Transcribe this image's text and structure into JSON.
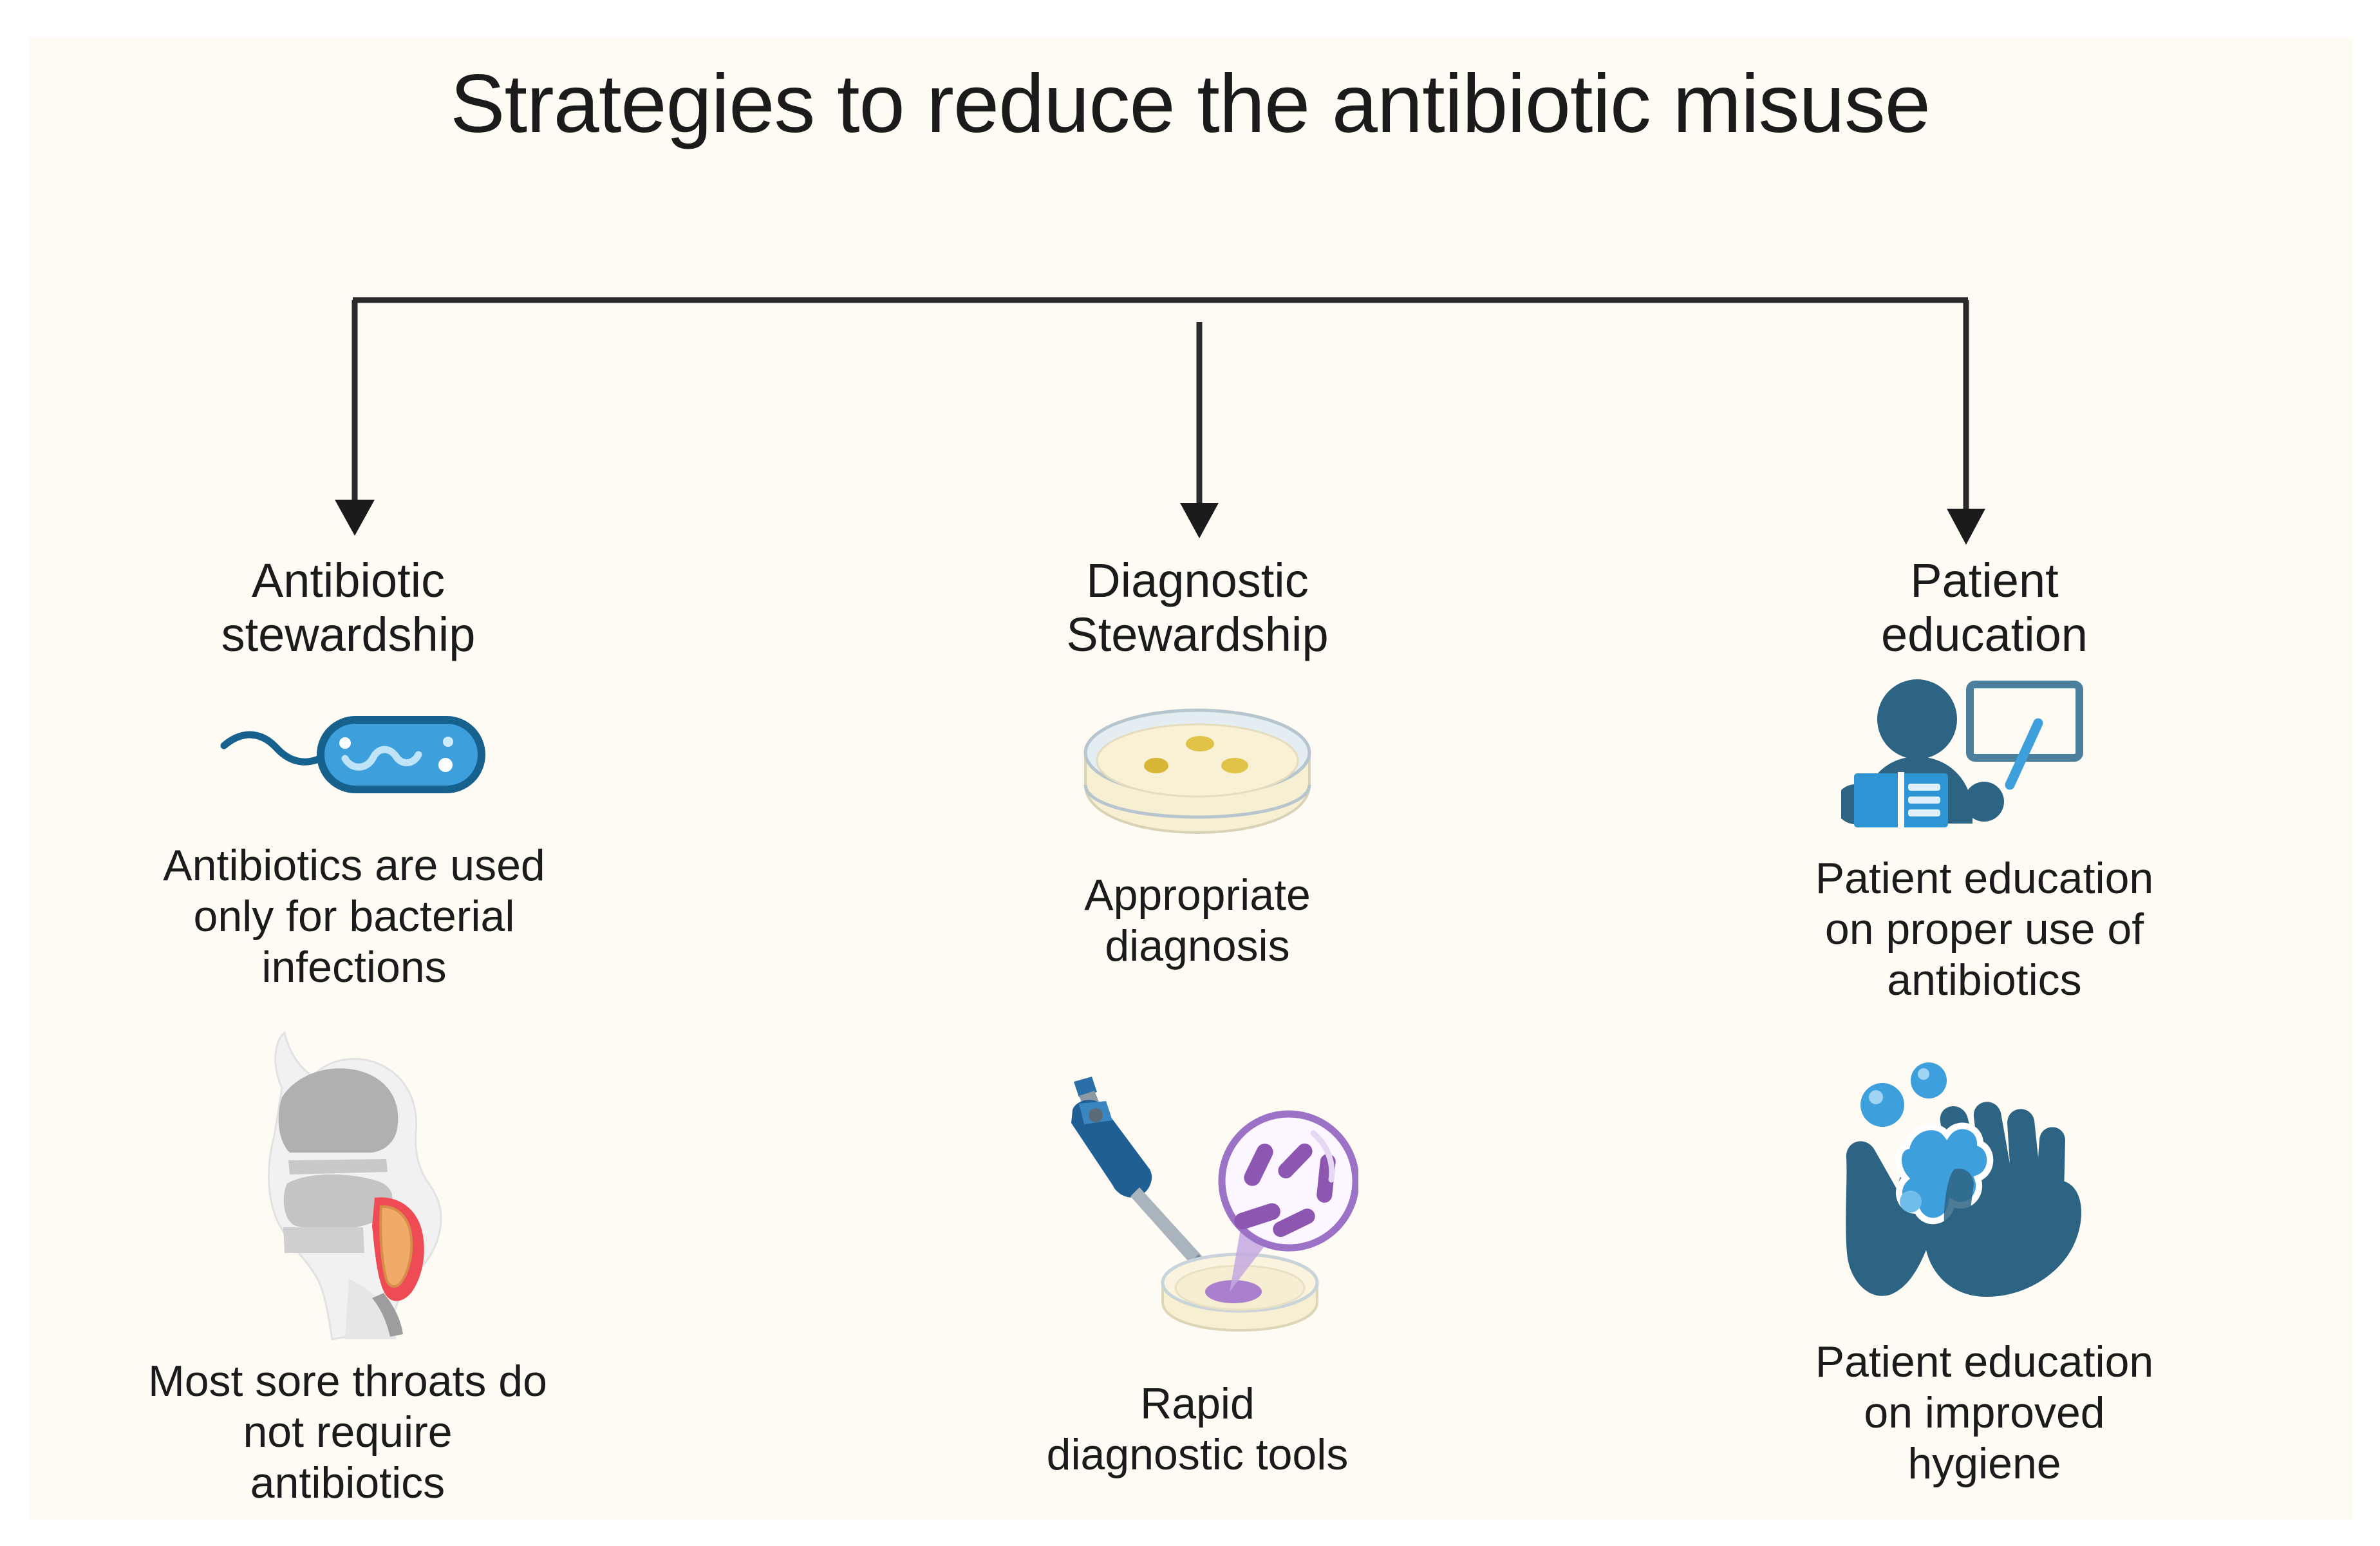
{
  "diagram": {
    "title": "Strategies to reduce the antibiotic misuse",
    "background_color": "#fdfbf3",
    "text_color": "#1b1b1b",
    "connector_color": "#2b2b2b",
    "branch_count": 3
  },
  "columns": [
    {
      "heading": "Antibiotic\nstewardship",
      "blocks": [
        {
          "icon": "bacterium-icon",
          "icon_colors": {
            "body": "#3d9fdc",
            "outline": "#17618f"
          },
          "caption": "Antibiotics are used\nonly for bacterial\ninfections"
        },
        {
          "icon": "throat-anatomy-icon",
          "icon_colors": {
            "tissue": "#b3b3b3",
            "inflammation": "#ef4b55",
            "tonsil": "#f0ab6a"
          },
          "caption": "Most sore throats do\nnot require\nantibiotics"
        }
      ]
    },
    {
      "heading": "Diagnostic\nStewardship",
      "blocks": [
        {
          "icon": "petri-dish-icon",
          "icon_colors": {
            "agar": "#f7efd2",
            "rim": "#c3cfd8",
            "colony": "#e0c247"
          },
          "caption": "Appropriate\ndiagnosis"
        },
        {
          "icon": "pipette-petri-magnifier-icon",
          "icon_colors": {
            "pipette": "#1f5f93",
            "magnifier": "#9c72c6",
            "bacteria": "#8d56b0",
            "agar": "#f7efd2"
          },
          "caption": "Rapid\ndiagnostic tools"
        }
      ]
    },
    {
      "heading": "Patient\neducation",
      "blocks": [
        {
          "icon": "teacher-whiteboard-icon",
          "icon_colors": {
            "person": "#2e6483",
            "book": "#2e95d4",
            "board": "#4a7f9e"
          },
          "caption": "Patient education\non proper use of\nantibiotics"
        },
        {
          "icon": "handwashing-icon",
          "icon_colors": {
            "hands": "#2e6483",
            "soap": "#3d9fdc"
          },
          "caption": "Patient education\non improved\nhygiene"
        }
      ]
    }
  ]
}
